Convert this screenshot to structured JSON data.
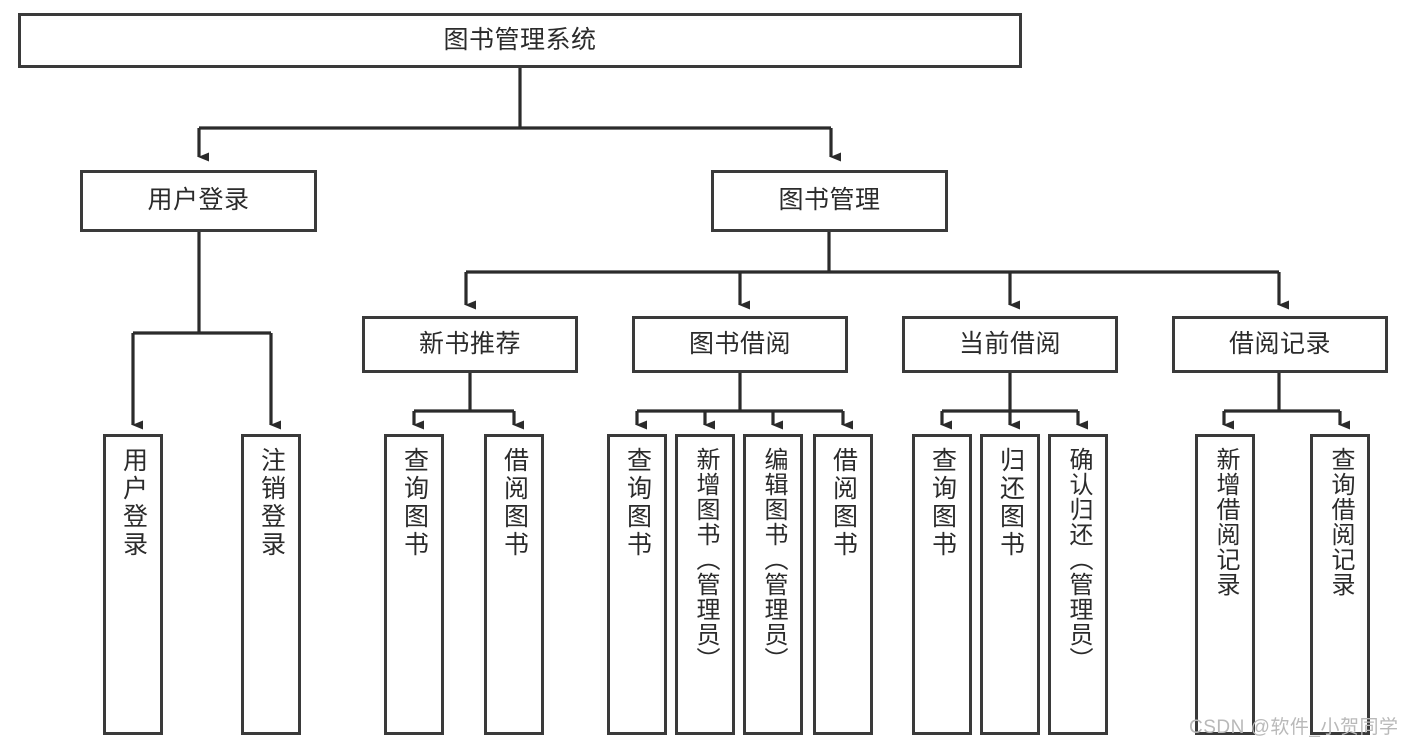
{
  "diagram": {
    "title": "图书管理系统",
    "type": "tree-hierarchy",
    "orientation": "top-down",
    "colors": {
      "box_border": "#3a3a3a",
      "box_fill": "#ffffff",
      "edge": "#2b2b2b",
      "text": "#2b2b2b",
      "watermark": "#b9b9b9",
      "background": "#ffffff"
    },
    "nodes": {
      "root": {
        "id": "root",
        "label": "图书管理系统",
        "level": 1
      },
      "level2": [
        {
          "id": "user-login",
          "label": "用户登录",
          "level": 2
        },
        {
          "id": "book-management",
          "label": "图书管理",
          "level": 2
        }
      ],
      "level3": [
        {
          "id": "new-book-recommend",
          "label": "新书推荐",
          "level": 3,
          "parent": "book-management"
        },
        {
          "id": "book-borrow",
          "label": "图书借阅",
          "level": 3,
          "parent": "book-management"
        },
        {
          "id": "current-borrow",
          "label": "当前借阅",
          "level": 3,
          "parent": "book-management"
        },
        {
          "id": "borrow-record",
          "label": "借阅记录",
          "level": 3,
          "parent": "book-management"
        }
      ],
      "leaves": [
        {
          "id": "leaf-user-login",
          "label": "用户登录",
          "parent": "user-login"
        },
        {
          "id": "leaf-user-logout",
          "label": "注销登录",
          "parent": "user-login"
        },
        {
          "id": "leaf-query-book-1",
          "label": "查询图书",
          "parent": "new-book-recommend"
        },
        {
          "id": "leaf-borrow-book-1",
          "label": "借阅图书",
          "parent": "new-book-recommend"
        },
        {
          "id": "leaf-query-book-2",
          "label": "查询图书",
          "parent": "book-borrow"
        },
        {
          "id": "leaf-add-book",
          "label": "新增图书（管理员）",
          "parent": "book-borrow"
        },
        {
          "id": "leaf-edit-book",
          "label": "编辑图书（管理员）",
          "parent": "book-borrow"
        },
        {
          "id": "leaf-borrow-book-2",
          "label": "借阅图书",
          "parent": "book-borrow"
        },
        {
          "id": "leaf-query-book-3",
          "label": "查询图书",
          "parent": "current-borrow"
        },
        {
          "id": "leaf-return-book",
          "label": "归还图书",
          "parent": "current-borrow"
        },
        {
          "id": "leaf-confirm-return",
          "label": "确认归还（管理员）",
          "parent": "current-borrow"
        },
        {
          "id": "leaf-add-record",
          "label": "新增借阅记录",
          "parent": "borrow-record"
        },
        {
          "id": "leaf-query-record",
          "label": "查询借阅记录",
          "parent": "borrow-record"
        }
      ]
    },
    "watermark": "CSDN @软件_小贺同学"
  }
}
